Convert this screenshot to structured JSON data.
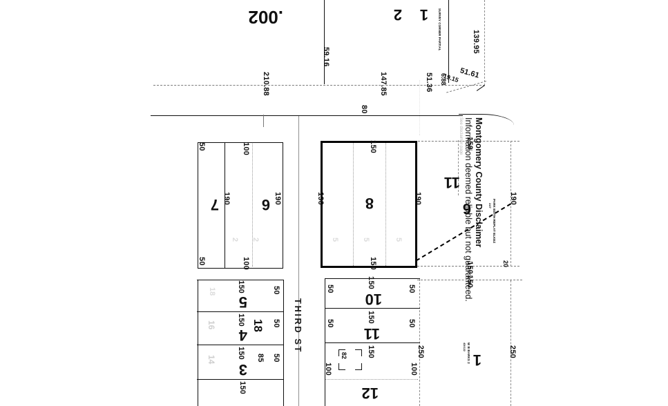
{
  "document": {
    "type": "cadastral-plat-map",
    "orientation_note": "scan printed upside down",
    "disclaimer_title": "Montgomery County Disclaimer",
    "disclaimer_body": "Information deemed reliable but not guaranteed.",
    "disclaimer_faint": "See disclaimer page"
  },
  "streets": {
    "third_st": "THIRD ST",
    "front_road_width": "80"
  },
  "subdivision_note": {
    "owner_line1": "W B BARKS 2",
    "owner_line2": "4D/122",
    "replat_line1": "PARK EDITH REPLAT ELKEZ",
    "replat_line2": "24/7"
  },
  "lots": {
    "lot1_west": "1",
    "lot12": "12",
    "lot11_top": "11",
    "lot10": "10",
    "lot3": "3",
    "lot4": "4",
    "lot5": "5",
    "lot6_west": "6",
    "lot11_west": "11",
    "lot8_subject": "8",
    "lot6_east": "6",
    "lot7_east": "7",
    "lot_bottom_1": "1",
    "lot_bottom_2": "2",
    "parcel_002": ".002"
  },
  "sublot_numbers": {
    "n82": "82",
    "n18": "18",
    "n85": "85",
    "n14": "14",
    "n16": "16",
    "n18b": "18"
  },
  "dimensions": {
    "west_block": {
      "d250_outer": "250",
      "d250_inner": "250",
      "d150_lot1_bottom": "150",
      "d20": "20",
      "d150_west_upper": "150",
      "d150_west_lower": "150",
      "d190_west": "190"
    },
    "center_block_top": {
      "d100_left": "100",
      "d100_right": "100",
      "d150_lot12": "150",
      "d50_lot11_left": "50",
      "d50_lot11_right": "50",
      "d150_lot11": "150",
      "d50_lot10_left": "50",
      "d50_lot10_right": "50",
      "d150_lot10": "150"
    },
    "east_block_top": {
      "d150_top": "150",
      "d50_lot3": "50",
      "d150_lot3": "150",
      "d50_lot4": "50",
      "d150_lot4": "150",
      "d50_lot5": "50",
      "d150_lot5": "150"
    },
    "subject": {
      "d150_top": "150",
      "d150_bottom": "150",
      "d190_left": "190",
      "d190_right": "190"
    },
    "east_lower_block": {
      "d100_top": "100",
      "d100_bottom": "100",
      "d190_lot6": "190",
      "d190_lot7": "190",
      "d50_top": "50",
      "d50_bottom": "50"
    },
    "bottom_survey": {
      "d139_95": "139.95",
      "d51_61": "51.61",
      "d19_15": "19.15",
      "d6_88": "6.88",
      "d51_36": "51.36",
      "d147_85": "147.85",
      "d59_16": "59.16",
      "d210_88": "210.88"
    },
    "bottom_label_tiny": "SURVEY CORNER PARTIAL"
  },
  "colors": {
    "ink": "#111111",
    "faint_ink": "#cfcfcf",
    "paper": "#ffffff",
    "dash": "#7a7a7a"
  }
}
